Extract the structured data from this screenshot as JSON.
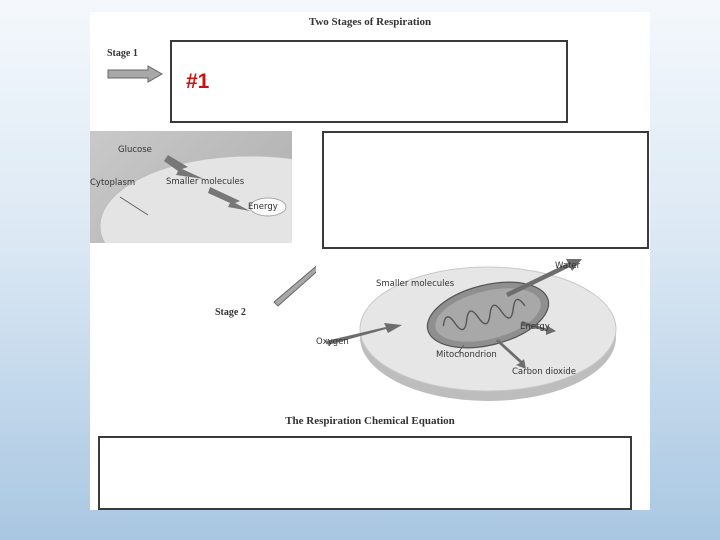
{
  "slide": {
    "title": "Two Stages of Respiration",
    "stage1_label": "Stage 1",
    "stage2_label": "Stage 2",
    "answer_number": "#1",
    "equation_title": "The Respiration Chemical Equation"
  },
  "stage1_photo": {
    "labels": [
      "Glucose",
      "Cytoplasm",
      "Smaller molecules",
      "Energy"
    ]
  },
  "stage2_photo": {
    "labels": [
      "Water",
      "Smaller molecules",
      "Energy",
      "Oxygen",
      "Mitochondrion",
      "Carbon dioxide"
    ]
  },
  "colors": {
    "answer_number": "#cc1111",
    "box_border": "#3a3a3a",
    "arrow_fill": "#999999"
  }
}
